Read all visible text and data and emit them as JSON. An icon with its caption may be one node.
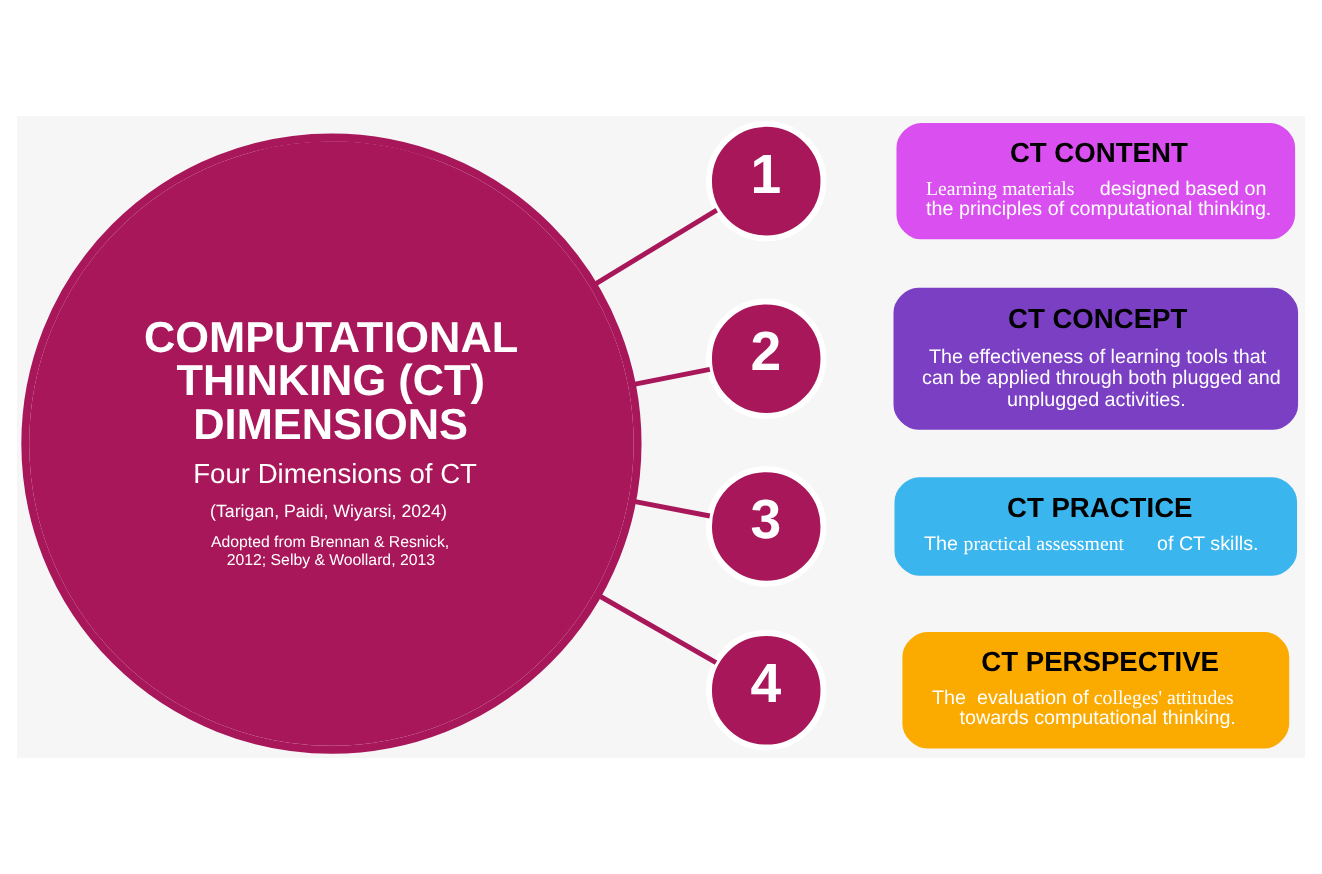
{
  "diagram": {
    "nodes": [
      {
        "text": [
          "COMPUTATIONAL THINKING (CT) DIMENSIONS",
          "Four Dimensions of CT",
          "(Tarigan, Paidi, Wiyarsi, 2024)",
          "Adopted from Brennan & Resnick, 2012; Selby & Woollard, 2013"
        ]
      },
      {
        "text": [
          "1"
        ]
      },
      {
        "text": [
          "CT CONTENT",
          "**Learning materials** designed based on the principles of computational thinking."
        ]
      },
      {
        "text": [
          "2"
        ]
      },
      {
        "text": [
          "CT CONCEPT",
          "The effectiveness of learning tools that can be applied through both plugged and unplugged activities."
        ]
      },
      {
        "text": [
          "3"
        ]
      },
      {
        "text": [
          "CT PRACTICE",
          "The **practical assessment** of CT skills."
        ]
      },
      {
        "text": [
          "4"
        ]
      },
      {
        "text": [
          "CT PERSPECTIVE",
          "The  evaluation of **colleges' attitudes** towards computational thinking."
        ]
      }
    ],
    "edges": [
      {
        "from": 0,
        "to": 1,
        "arrow": "none"
      },
      {
        "from": 0,
        "to": 3,
        "arrow": "none"
      },
      {
        "from": 0,
        "to": 5,
        "arrow": "none"
      },
      {
        "from": 0,
        "to": 7,
        "arrow": "none"
      }
    ]
  }
}
